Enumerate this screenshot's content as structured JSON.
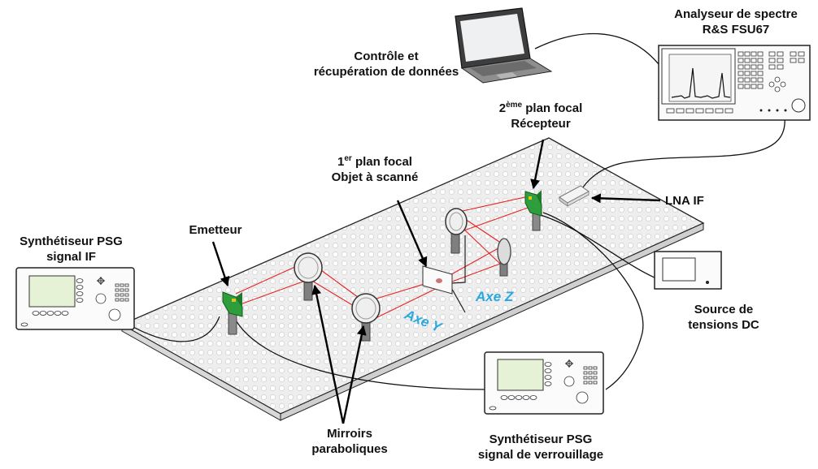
{
  "labels": {
    "analyzer_line1": "Analyseur de spectre",
    "analyzer_line2": "R&S FSU67",
    "control_line1": "Contrôle et",
    "control_line2": "récupération de données",
    "focal2_num": "2",
    "focal2_sup": "ème",
    "focal2_rest": " plan focal",
    "focal2_line2": "Récepteur",
    "focal1_num": "1",
    "focal1_sup": "er",
    "focal1_rest": " plan focal",
    "focal1_line2": "Objet à scanné",
    "lna": "LNA IF",
    "emitter": "Emetteur",
    "synth_if_line1": "Synthétiseur PSG",
    "synth_if_line2": "signal IF",
    "dc_line1": "Source de",
    "dc_line2": "tensions DC",
    "mirrors_line1": "Mirroirs",
    "mirrors_line2": "paraboliques",
    "synth_lock_line1": "Synthétiseur PSG",
    "synth_lock_line2": "signal de verrouillage",
    "axis_z": "Axe Z",
    "axis_y": "Axe Y"
  },
  "colors": {
    "beam": "#e52222",
    "axis": "#29a8e0",
    "module": "#2e9e3c",
    "table": "#f2f2f2"
  }
}
